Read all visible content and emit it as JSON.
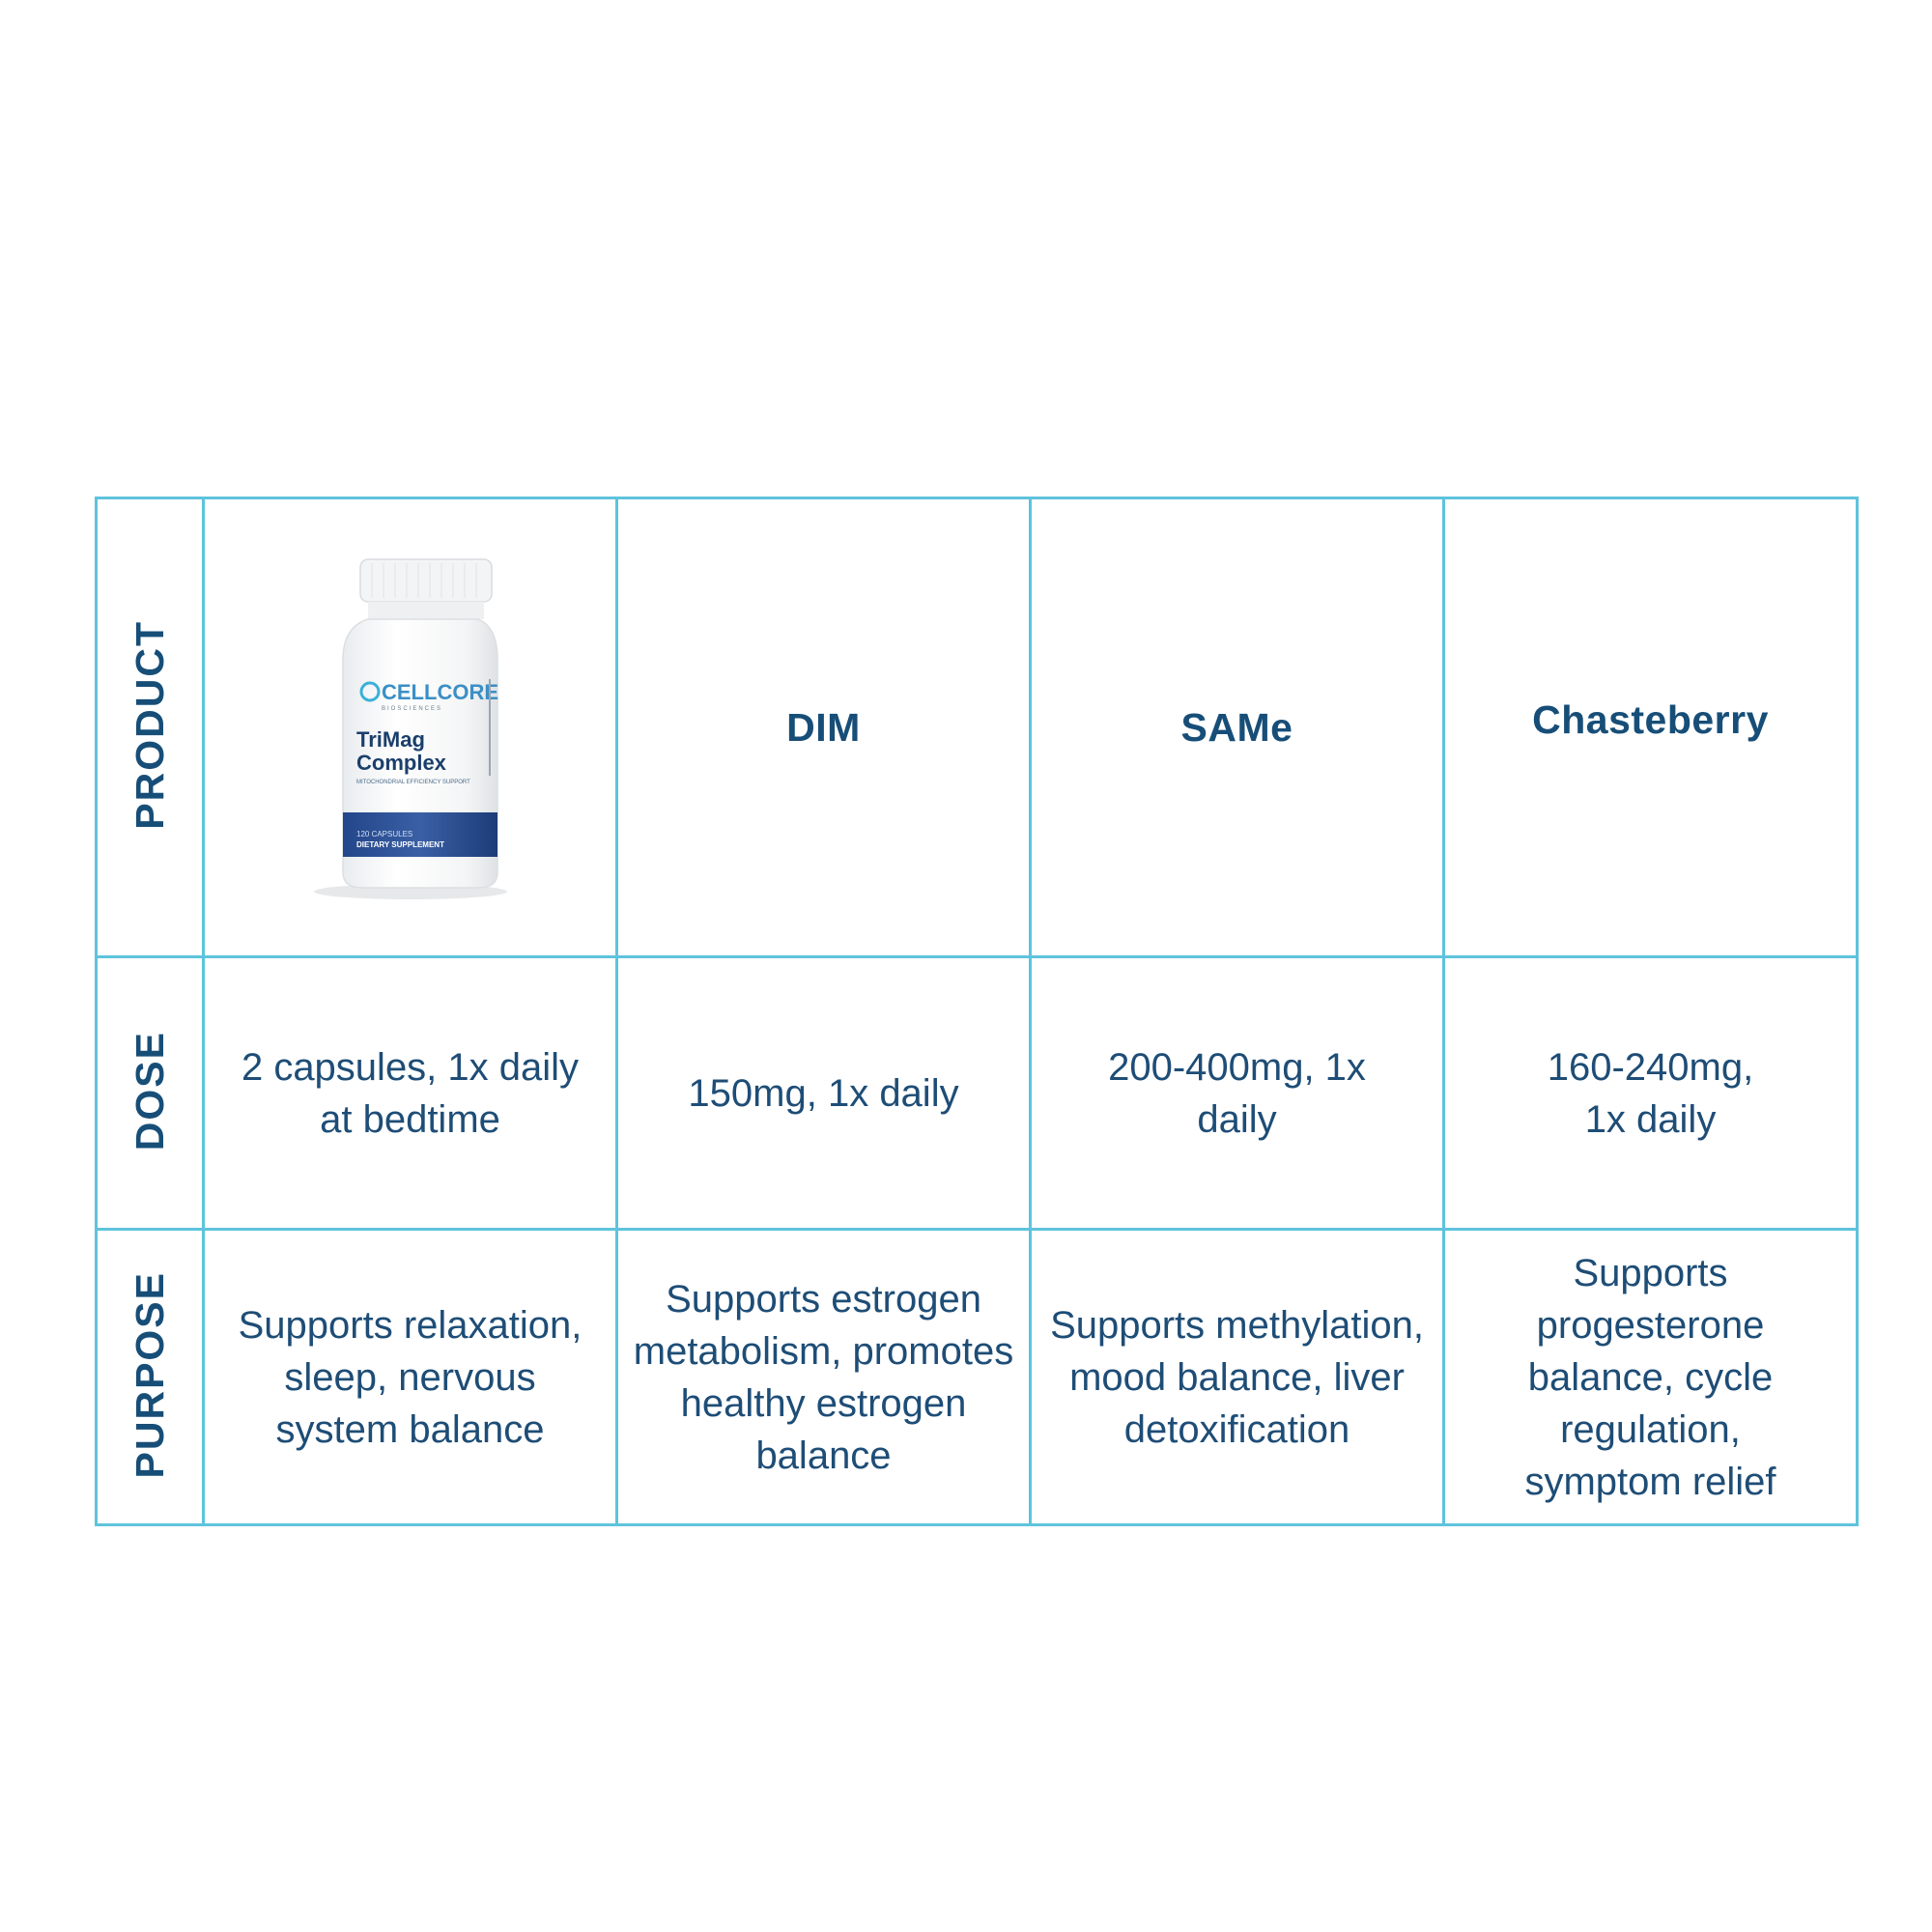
{
  "rows": {
    "product_label": "PRODUCT",
    "dose_label": "DOSE",
    "purpose_label": "PURPOSE"
  },
  "products": [
    {
      "image": {
        "brand": "CELLCORE",
        "brand_sub": "BIOSCIENCES",
        "name_line1": "TriMag",
        "name_line2": "Complex",
        "tagline": "MITOCHONDRIAL EFFICIENCY SUPPORT",
        "capsules": "120 CAPSULES",
        "type": "DIETARY SUPPLEMENT"
      },
      "dose": "2 capsules, 1x daily at bedtime",
      "purpose": "Supports relaxation, sleep, nervous system balance"
    },
    {
      "name": "DIM",
      "dose": "150mg, 1x daily",
      "purpose": "Supports estrogen metabolism, promotes healthy estrogen balance"
    },
    {
      "name": "SAMe",
      "dose": "200-400mg, 1x daily",
      "purpose": "Supports methylation, mood balance, liver detoxification"
    },
    {
      "name": "Chasteberry",
      "dose": "160-240mg, 1x daily",
      "purpose": "Supports progesterone balance, cycle regulation, symptom relief"
    }
  ],
  "colors": {
    "border": "#5ec3dd",
    "text": "#174e78",
    "label_band": "#1f4a8a"
  }
}
